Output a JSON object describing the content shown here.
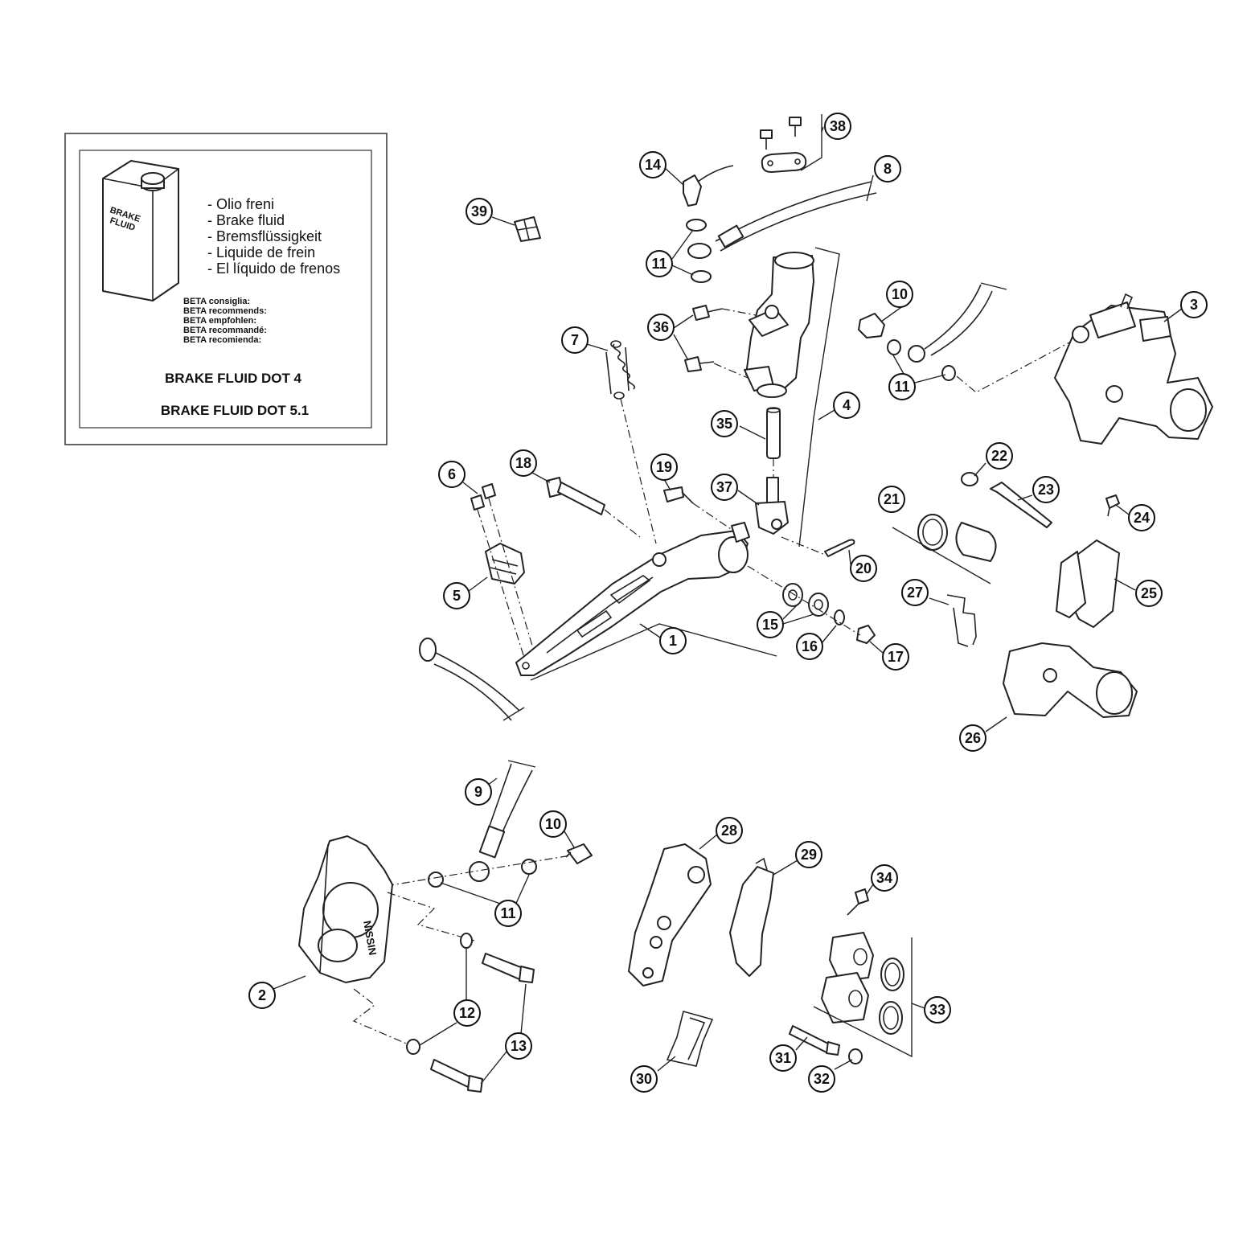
{
  "fluid_box": {
    "can_label_line1": "BRAKE",
    "can_label_line2": "FLUID",
    "languages": [
      "- Olio freni",
      "- Brake fluid",
      "- Bremsflüssigkeit",
      "- Liquide de frein",
      "- El líquido de frenos"
    ],
    "recommends": [
      "BETA consiglia:",
      "BETA recommends:",
      "BETA empfohlen:",
      "BETA recommandé:",
      "BETA recomienda:"
    ],
    "fluid_1": "BRAKE FLUID DOT 4",
    "fluid_2": "BRAKE FLUID DOT 5.1"
  },
  "caliper_brand": "NISSIN",
  "callouts": [
    {
      "id": "c1",
      "label": "1"
    },
    {
      "id": "c2",
      "label": "2"
    },
    {
      "id": "c3",
      "label": "3"
    },
    {
      "id": "c4",
      "label": "4"
    },
    {
      "id": "c5",
      "label": "5"
    },
    {
      "id": "c6",
      "label": "6"
    },
    {
      "id": "c7",
      "label": "7"
    },
    {
      "id": "c8",
      "label": "8"
    },
    {
      "id": "c9",
      "label": "9"
    },
    {
      "id": "c10a",
      "label": "10"
    },
    {
      "id": "c10b",
      "label": "10"
    },
    {
      "id": "c11a",
      "label": "11"
    },
    {
      "id": "c11b",
      "label": "11"
    },
    {
      "id": "c11c",
      "label": "11"
    },
    {
      "id": "c12",
      "label": "12"
    },
    {
      "id": "c13",
      "label": "13"
    },
    {
      "id": "c14",
      "label": "14"
    },
    {
      "id": "c15",
      "label": "15"
    },
    {
      "id": "c16",
      "label": "16"
    },
    {
      "id": "c17",
      "label": "17"
    },
    {
      "id": "c18",
      "label": "18"
    },
    {
      "id": "c19",
      "label": "19"
    },
    {
      "id": "c20",
      "label": "20"
    },
    {
      "id": "c21",
      "label": "21"
    },
    {
      "id": "c22",
      "label": "22"
    },
    {
      "id": "c23",
      "label": "23"
    },
    {
      "id": "c24",
      "label": "24"
    },
    {
      "id": "c25",
      "label": "25"
    },
    {
      "id": "c26",
      "label": "26"
    },
    {
      "id": "c27",
      "label": "27"
    },
    {
      "id": "c28",
      "label": "28"
    },
    {
      "id": "c29",
      "label": "29"
    },
    {
      "id": "c30",
      "label": "30"
    },
    {
      "id": "c31",
      "label": "31"
    },
    {
      "id": "c32",
      "label": "32"
    },
    {
      "id": "c33",
      "label": "33"
    },
    {
      "id": "c34",
      "label": "34"
    },
    {
      "id": "c35",
      "label": "35"
    },
    {
      "id": "c36",
      "label": "36"
    },
    {
      "id": "c37",
      "label": "37"
    },
    {
      "id": "c38",
      "label": "38"
    },
    {
      "id": "c39",
      "label": "39"
    }
  ]
}
